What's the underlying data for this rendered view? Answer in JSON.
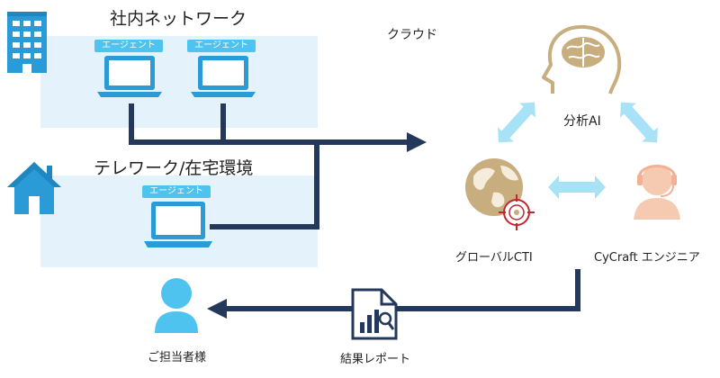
{
  "intranet": {
    "title": "社内ネットワーク"
  },
  "telework": {
    "title": "テレワーク/在宅環境"
  },
  "agents": [
    "エージェント",
    "エージェント",
    "エージェント"
  ],
  "cloud": {
    "title": "クラウド"
  },
  "analysis_ai": {
    "label": "分析AI"
  },
  "global_cti": {
    "label": "グローバルCTI"
  },
  "engineer": {
    "label": "CyCraft エンジニア"
  },
  "report": {
    "label": "結果レポート"
  },
  "customer": {
    "label": "ご担当者様"
  },
  "colors": {
    "navy": "#24385b",
    "light_blue": "#4fc3f0",
    "panel": "#e3f2fb",
    "brain": "#c8ad7f",
    "arrow_light": "#a8e2f7",
    "building": "#2a9bd6"
  }
}
